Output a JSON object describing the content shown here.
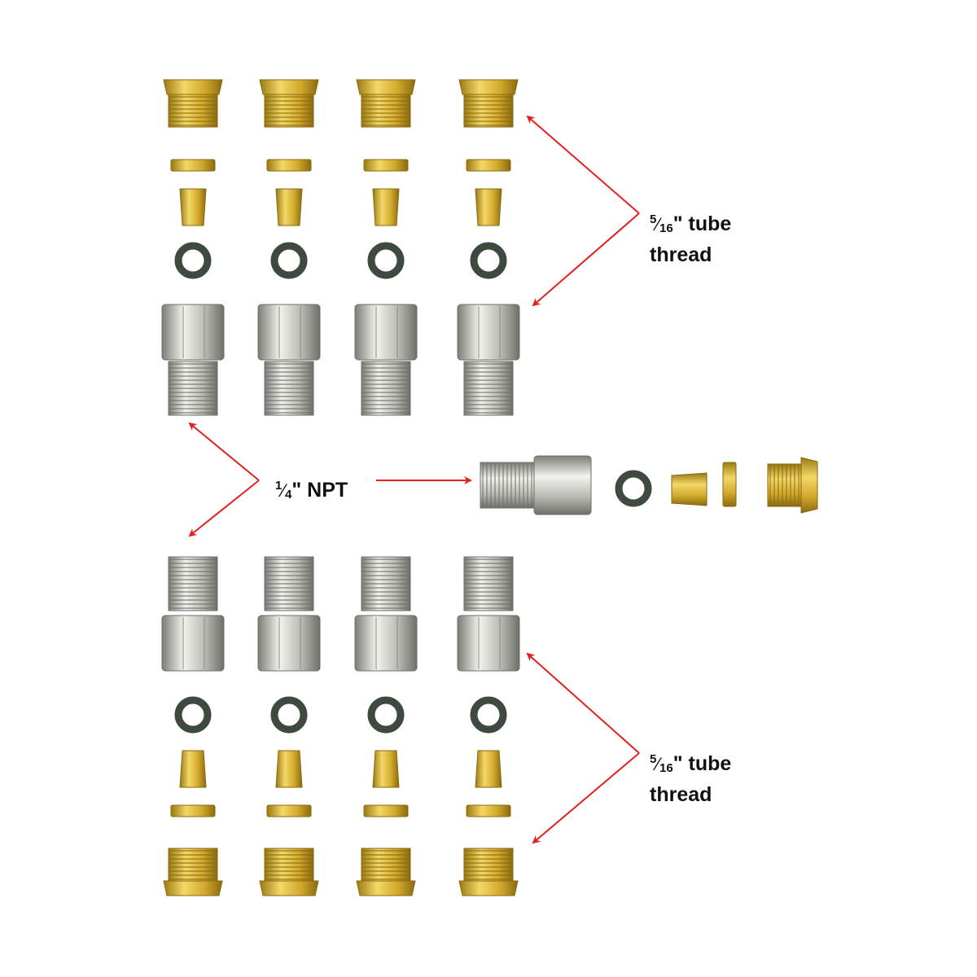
{
  "labels": {
    "top_tube": {
      "num": "5",
      "slash": "⁄",
      "den": "16",
      "rest": "\" tube",
      "line2": "thread"
    },
    "npt": {
      "num": "1",
      "slash": "⁄",
      "den": "4",
      "rest": "\" NPT"
    },
    "bottom_tube": {
      "num": "5",
      "slash": "⁄",
      "den": "16",
      "rest": "\" tube",
      "line2": "thread"
    }
  },
  "colors": {
    "arrow": "#e3201f",
    "brass": "#d9b43a",
    "brass_dark": "#9a7a12",
    "nickel": "#c9c9c4",
    "nickel_dark": "#7d7d78",
    "oring": "#3e4a40"
  }
}
